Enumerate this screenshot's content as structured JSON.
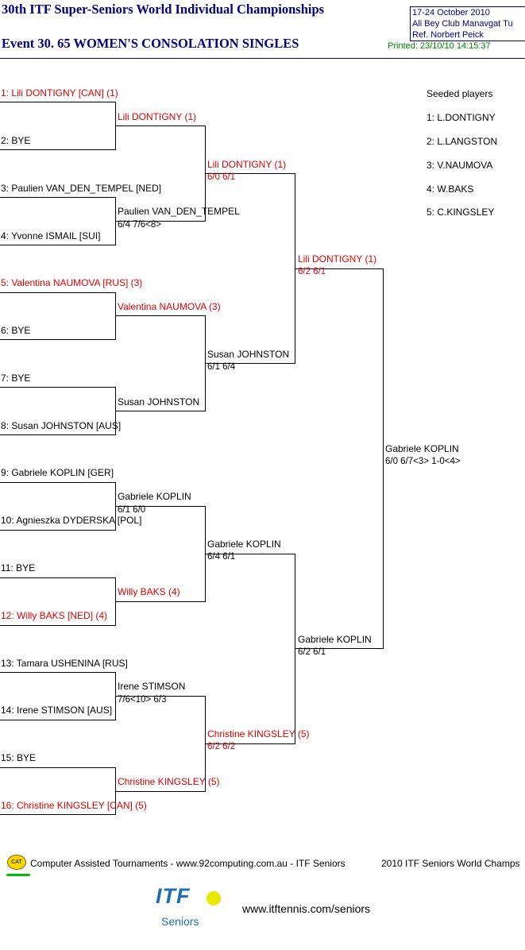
{
  "header": {
    "title": "30th ITF Super-Seniors World Individual Championships",
    "event": "Event 30. 65 WOMEN'S CONSOLATION SINGLES",
    "dates": "17-24 October 2010",
    "venue": "Ali Bey Club Manavgat  Tu",
    "referee": "Ref. Norbert Peick",
    "printed": "Printed: 23/10/10 14:15:37"
  },
  "seeded": {
    "title": "Seeded players",
    "players": [
      "1: L.DONTIGNY",
      "2: L.LANGSTON",
      "3: V.NAUMOVA",
      "4: W.BAKS",
      "5: C.KINGSLEY"
    ]
  },
  "draw": {
    "r1": [
      "1: Lili DONTIGNY [CAN] (1)",
      "2: BYE",
      "3: Paulien VAN_DEN_TEMPEL [NED]",
      "4: Yvonne ISMAIL [SUI]",
      "5: Valentina NAUMOVA [RUS] (3)",
      "6: BYE",
      "7: BYE",
      "8: Susan JOHNSTON [AUS]",
      "9: Gabriele KOPLIN [GER]",
      "10: Agnieszka DYDERSKA [POL]",
      "11: BYE",
      "12: Willy BAKS [NED] (4)",
      "13: Tamara USHENINA [RUS]",
      "14: Irene STIMSON [AUS]",
      "15: BYE",
      "16: Christine KINGSLEY [CAN] (5)"
    ],
    "r2": [
      {
        "name": "Lili DONTIGNY (1)",
        "score": ""
      },
      {
        "name": "Paulien VAN_DEN_TEMPEL",
        "score": "6/4 7/6<8>"
      },
      {
        "name": "Valentina NAUMOVA (3)",
        "score": ""
      },
      {
        "name": "Susan JOHNSTON",
        "score": ""
      },
      {
        "name": "Gabriele KOPLIN",
        "score": "6/1 6/0"
      },
      {
        "name": "Willy BAKS (4)",
        "score": ""
      },
      {
        "name": "Irene STIMSON",
        "score": "7/6<10> 6/3"
      },
      {
        "name": "Christine KINGSLEY (5)",
        "score": ""
      }
    ],
    "r3": [
      {
        "name": "Lili DONTIGNY (1)",
        "score": "6/0 6/1"
      },
      {
        "name": "Susan JOHNSTON",
        "score": "6/1 6/4"
      },
      {
        "name": "Gabriele KOPLIN",
        "score": "6/4 6/1"
      },
      {
        "name": "Christine KINGSLEY (5)",
        "score": "6/2 6/2"
      }
    ],
    "r4": [
      {
        "name": "Lili DONTIGNY (1)",
        "score": "6/2 6/1"
      },
      {
        "name": "Gabriele KOPLIN",
        "score": "6/2 6/1"
      }
    ],
    "final": {
      "name": "Gabriele KOPLIN",
      "score": "6/0 6/7<3> 1-0<4>"
    }
  },
  "footer": {
    "cat_label": "CAT",
    "credit": "Computer Assisted Tournaments - www.92computing.com.au -  ITF Seniors",
    "champs": "2010 ITF Seniors World Champs",
    "itf_logo": "ITF",
    "itf_seniors": "Seniors",
    "url": "www.itftennis.com/seniors"
  },
  "colors": {
    "title": "#000080",
    "seeded_text": "#e00000",
    "printed": "#008000",
    "lines": "#000000"
  }
}
